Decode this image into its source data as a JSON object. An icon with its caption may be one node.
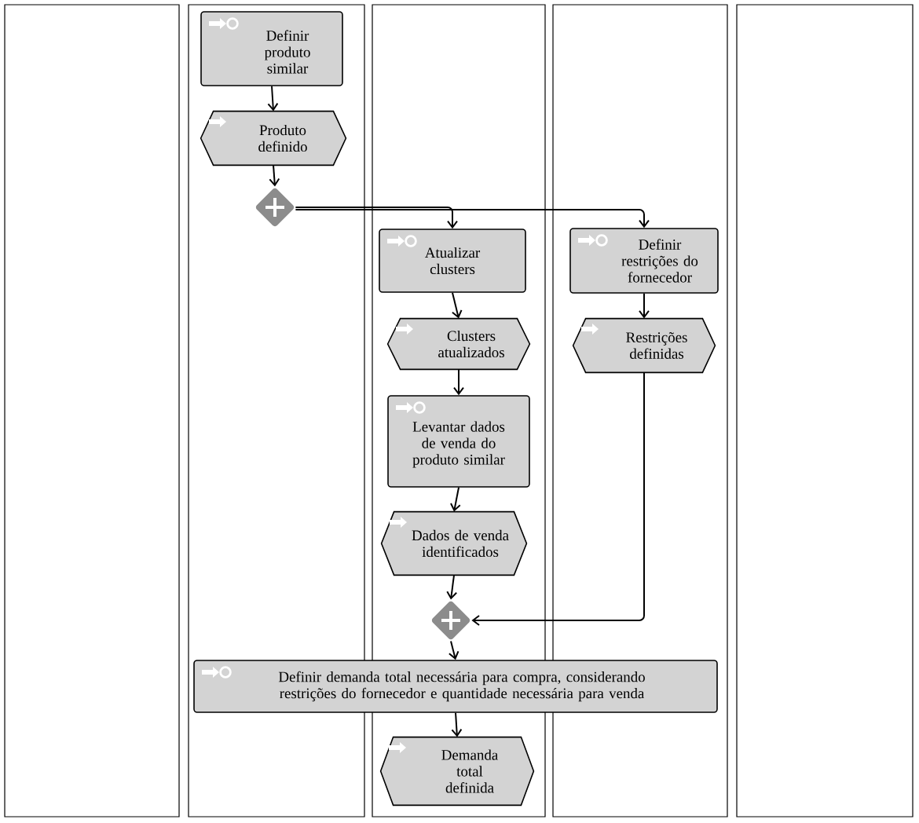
{
  "diagram": {
    "nodes": [
      {
        "text": [
          "Definir produto similar"
        ]
      },
      {
        "text": [
          "Produto definido"
        ]
      },
      {
        "text": [],
        "shape": "diamond"
      },
      {
        "text": [
          "Atualizar clusters"
        ]
      },
      {
        "text": [
          "Definir restrições do fornecedor"
        ]
      },
      {
        "text": [
          "Clusters atualizados"
        ]
      },
      {
        "text": [
          "Restrições definidas"
        ]
      },
      {
        "text": [
          "Levantar dados de venda do produto similar"
        ]
      },
      {
        "text": [
          "Dados de venda identificados"
        ]
      },
      {
        "text": [],
        "shape": "diamond"
      },
      {
        "text": [
          "Definir demanda total necessária para compra, considerando restrições do fornecedor e quantidade necessária para venda"
        ]
      },
      {
        "text": [
          "Demanda total definida"
        ]
      }
    ],
    "edges": [
      {
        "from": 0,
        "to": 1,
        "arrow": "to"
      },
      {
        "from": 1,
        "to": 2,
        "arrow": "to"
      },
      {
        "from": 2,
        "to": 3,
        "arrow": "to"
      },
      {
        "from": 2,
        "to": 4,
        "arrow": "to"
      },
      {
        "from": 3,
        "to": 5,
        "arrow": "to"
      },
      {
        "from": 5,
        "to": 7,
        "arrow": "to"
      },
      {
        "from": 7,
        "to": 8,
        "arrow": "to"
      },
      {
        "from": 8,
        "to": 9,
        "arrow": "to"
      },
      {
        "from": 4,
        "to": 6,
        "arrow": "to"
      },
      {
        "from": 6,
        "to": 9,
        "arrow": "to"
      },
      {
        "from": 9,
        "to": 10,
        "arrow": "to"
      },
      {
        "from": 10,
        "to": 11,
        "arrow": "to"
      }
    ]
  }
}
